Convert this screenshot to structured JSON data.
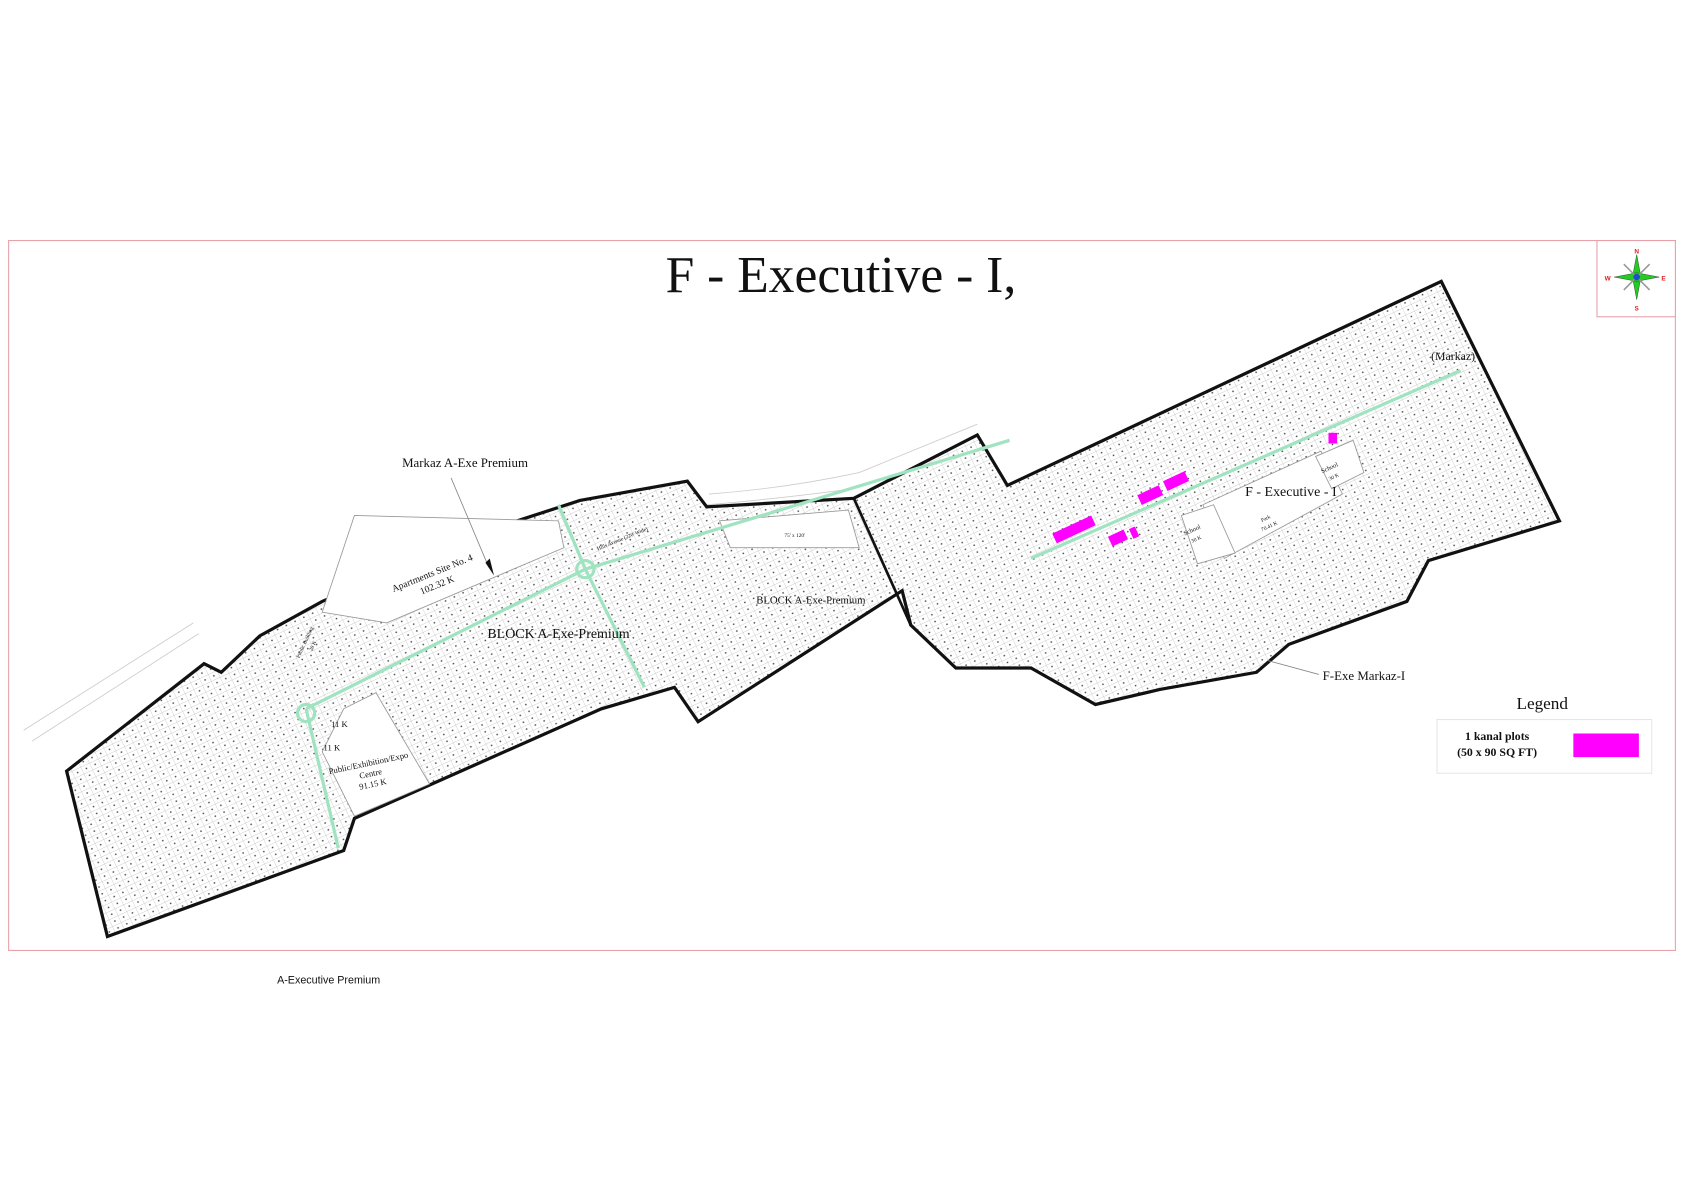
{
  "title": "F - Executive - I,",
  "labels": {
    "markaz_a_exe": "Markaz A-Exe Premium",
    "apartments_site": "Apartments Site No. 4",
    "apartments_area": "102.32 K",
    "block_a_main": "BLOCK A-Exe-Premium",
    "block_a_secondary": "BLOCK A-Exe-Premium",
    "f_executive": "F - Executive - I",
    "markaz": "(Markaz)",
    "f_exe_markaz": "F-Exe Markaz-I",
    "expo_name": "Public/Exhibition/Expo",
    "expo_centre": "Centre",
    "expo_area": "91.15 K",
    "eleven_k_1": "11 K",
    "eleven_k_2": "11 K",
    "public_building": "Public Building",
    "public_building_area": "20 K",
    "school_1": "School",
    "school_1_area": "30 K",
    "school_2": "School",
    "school_2_area": "30 K",
    "park": "Park",
    "park_area": "70.41 K",
    "hills_avenue": "Hills Avenue (220' Wide)",
    "plot_size": "75' x 120'"
  },
  "compass": {
    "n": "N",
    "e": "E",
    "s": "S",
    "w": "W"
  },
  "legend": {
    "title": "Legend",
    "items": [
      {
        "line1": "1 kanal plots",
        "line2": "(50 x 90 SQ FT)",
        "color": "#ff00ff"
      }
    ]
  },
  "footer": "A-Executive Premium",
  "colors": {
    "frame": "#e8a0a8",
    "boundary": "#111111",
    "road": "#9fe3c0",
    "highlight": "#ff00ff"
  }
}
